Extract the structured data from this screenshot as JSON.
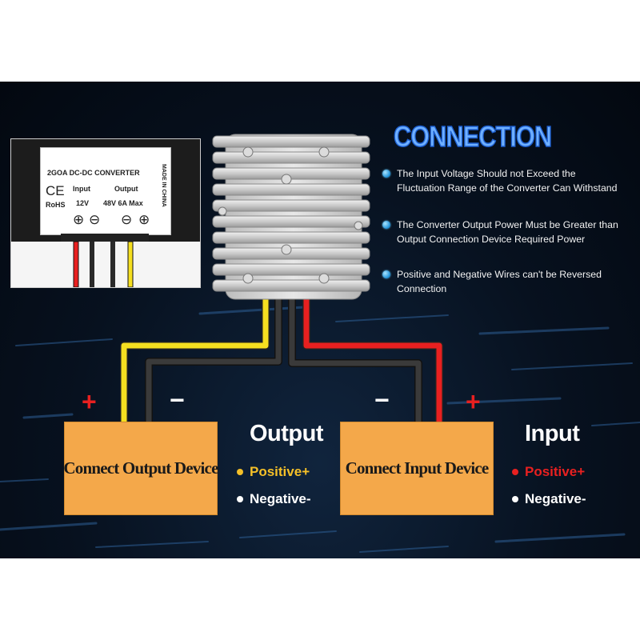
{
  "connection": {
    "title": "CONNECTION",
    "bullets": [
      "The Input Voltage Should not Exceed the Fluctuation Range of the Converter Can Withstand",
      "The Converter Output Power Must be Greater than Output Connection Device Required Power",
      "Positive and Negative Wires can't be Reversed Connection"
    ]
  },
  "label": {
    "header": "2GOA DC-DC CONVERTER",
    "side": "MADE IN CHINA",
    "ce": "CE",
    "rohs": "RoHS",
    "input_label": "Input",
    "output_label": "Output",
    "input_value": "12V",
    "output_value": "48V 6A Max",
    "terminal_symbols": [
      "⊕",
      "⊖",
      "⊖",
      "⊕"
    ]
  },
  "output_box": {
    "text": "Connect Output Device"
  },
  "input_box": {
    "text": "Connect Input Device"
  },
  "output_legend": {
    "title": "Output",
    "positive": "Positive+",
    "negative": "Negative-"
  },
  "input_legend": {
    "title": "Input",
    "positive": "Positive+",
    "negative": "Negative-"
  },
  "signs": {
    "plus": "+",
    "minus": "−"
  },
  "colors": {
    "output_positive_wire": "#f5df20",
    "input_positive_wire": "#e82020",
    "negative_wire": "#2a2a2a",
    "box_fill": "#f4a84a",
    "title_blue": "#6fb0ff"
  }
}
